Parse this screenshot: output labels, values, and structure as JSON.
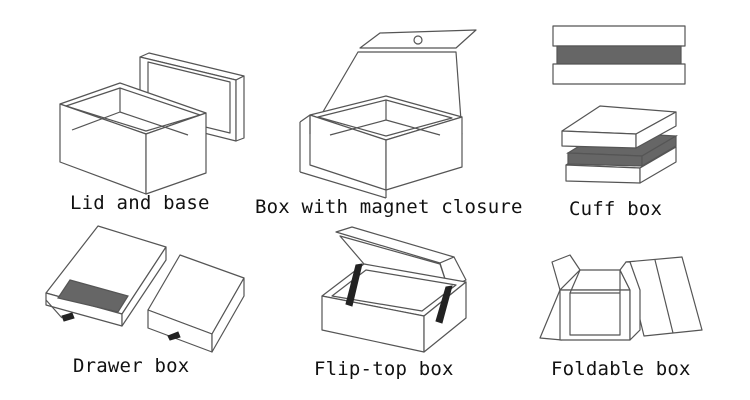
{
  "diagram": {
    "items": [
      {
        "id": "lid-and-base",
        "caption": "Lid and base"
      },
      {
        "id": "magnet",
        "caption": "Box with magnet closure"
      },
      {
        "id": "cuff",
        "caption": "Cuff box"
      },
      {
        "id": "drawer",
        "caption": "Drawer box"
      },
      {
        "id": "flip-top",
        "caption": "Flip-top box"
      },
      {
        "id": "foldable",
        "caption": "Foldable box"
      }
    ]
  }
}
